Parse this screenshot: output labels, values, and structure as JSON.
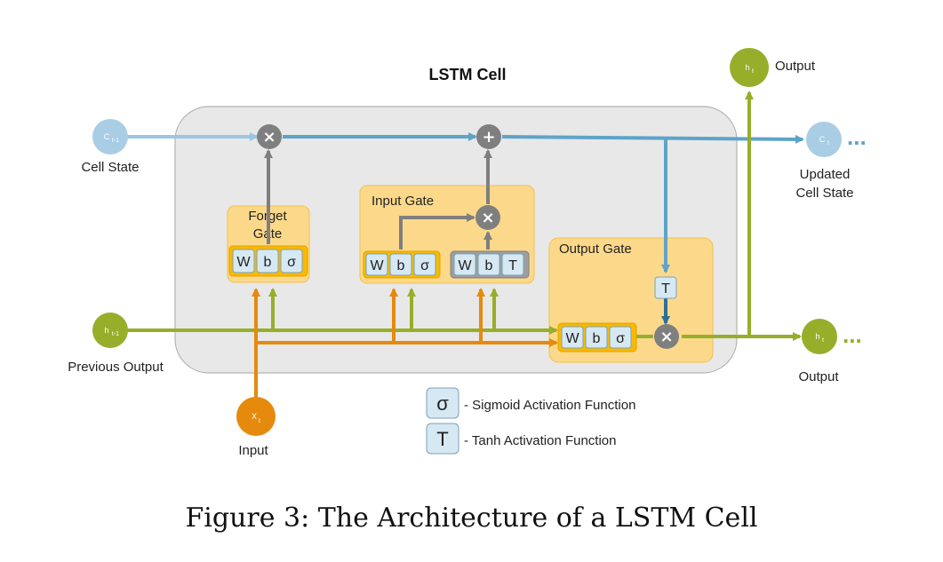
{
  "title": "LSTM Cell",
  "caption": "Figure 3: The Architecture of a LSTM Cell",
  "nodes": {
    "c_prev": {
      "main": "C",
      "sub": "t-1"
    },
    "h_prev": {
      "main": "h",
      "sub": "t-1"
    },
    "x_t": {
      "main": "X",
      "sub": "t"
    },
    "c_t": {
      "main": "C",
      "sub": "t"
    },
    "h_t_right": {
      "main": "h",
      "sub": "t"
    },
    "h_t_top": {
      "main": "h",
      "sub": "t"
    }
  },
  "labels": {
    "cell_state": "Cell State",
    "previous_output": "Previous Output",
    "input": "Input",
    "updated_cell_state_line1": "Updated",
    "updated_cell_state_line2": "Cell State",
    "output_right": "Output",
    "output_top": "Output",
    "ellipsis": "..."
  },
  "gates": {
    "forget": {
      "title_line1": "Forget",
      "title_line2": "Gate"
    },
    "input": {
      "title": "Input Gate"
    },
    "output": {
      "title": "Output Gate"
    }
  },
  "params": {
    "w": "W",
    "b": "b",
    "sigma": "σ",
    "tanh": "T"
  },
  "ops": {
    "multiply": "×",
    "add": "+"
  },
  "legend": [
    {
      "symbol": "σ",
      "label": "- Sigmoid Activation Function"
    },
    {
      "symbol": "T",
      "label": "- Tanh Activation Function"
    }
  ],
  "colors": {
    "cell_line": "#5fa3c9",
    "cell_line_light": "#9cc6df",
    "hidden_line": "#97ae2a",
    "input_line": "#e58a0d",
    "op_node": "#7f7f7f",
    "gate_fill": "#fcd98a",
    "param_fill": "#d6e8f2",
    "cell_bg": "#e8e8e8",
    "node_blue": "#a9cde4",
    "node_green": "#97ae2a",
    "node_orange": "#e58a0d"
  }
}
